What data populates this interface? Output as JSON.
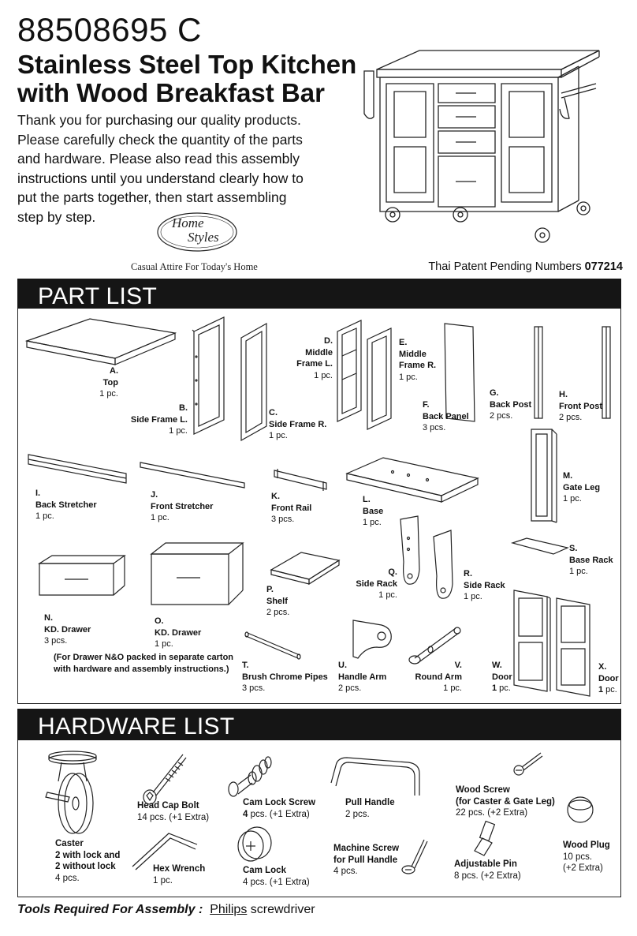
{
  "header": {
    "model": "88508695 C",
    "title_line1": "Stainless Steel Top Kitchen",
    "title_line2": "with Wood Breakfast Bar",
    "intro_lines": [
      "Thank you for purchasing our quality products.",
      "Please carefully check the quantity of the parts",
      "and hardware. Please also read this assembly",
      "instructions until you understand clearly how to",
      "put the parts together, then start assembling",
      "step by step."
    ],
    "logo_line1": "Home",
    "logo_line2": "Styles",
    "tagline": "Casual Attire For Today's Home",
    "patent_label": "Thai Patent Pending Numbers",
    "patent_number": "077214"
  },
  "part_list": {
    "heading": "PART LIST",
    "note_line1": "(For Drawer N&O packed in separate carton",
    "note_line2": "with hardware and assembly instructions.)",
    "parts": [
      {
        "letter": "A.",
        "name": "Top",
        "qty": "1 pc."
      },
      {
        "letter": "B.",
        "name": "Side Frame L.",
        "qty": "1 pc."
      },
      {
        "letter": "C.",
        "name": "Side Frame R.",
        "qty": "1 pc."
      },
      {
        "letter": "D.",
        "name1": "Middle",
        "name2": "Frame L.",
        "qty": "1 pc."
      },
      {
        "letter": "E.",
        "name1": "Middle",
        "name2": "Frame R.",
        "qty": "1 pc."
      },
      {
        "letter": "F.",
        "name": "Back Panel",
        "qty": "3 pcs."
      },
      {
        "letter": "G.",
        "name": "Back Post",
        "qty": "2 pcs."
      },
      {
        "letter": "H.",
        "name": "Front Post",
        "qty": "2 pcs."
      },
      {
        "letter": "I.",
        "name": "Back Stretcher",
        "qty": "1 pc."
      },
      {
        "letter": "J.",
        "name": "Front Stretcher",
        "qty": "1 pc."
      },
      {
        "letter": "K.",
        "name": "Front Rail",
        "qty": "3 pcs."
      },
      {
        "letter": "L.",
        "name": "Base",
        "qty": "1 pc."
      },
      {
        "letter": "M.",
        "name": "Gate Leg",
        "qty": "1 pc."
      },
      {
        "letter": "N.",
        "name": "KD. Drawer",
        "qty": "3 pcs."
      },
      {
        "letter": "O.",
        "name": "KD. Drawer",
        "qty": "1 pc."
      },
      {
        "letter": "P.",
        "name": "Shelf",
        "qty": "2 pcs."
      },
      {
        "letter": "Q.",
        "name": "Side Rack",
        "qty": "1 pc."
      },
      {
        "letter": "R.",
        "name": "Side Rack",
        "qty": "1 pc."
      },
      {
        "letter": "S.",
        "name": "Base Rack",
        "qty": "1 pc."
      },
      {
        "letter": "T.",
        "name": "Brush Chrome Pipes",
        "qty": "3 pcs."
      },
      {
        "letter": "U.",
        "name": "Handle Arm",
        "qty": "2 pcs."
      },
      {
        "letter": "V.",
        "name": "Round Arm",
        "qty": "1 pc."
      },
      {
        "letter": "W.",
        "name": "Door",
        "qty_num": "1",
        "qty_unit": " pc."
      },
      {
        "letter": "X.",
        "name": "Door",
        "qty_num": "1",
        "qty_unit": " pc."
      }
    ]
  },
  "hardware_list": {
    "heading": "HARDWARE LIST",
    "items": [
      {
        "name": "Caster",
        "line2": "2 with lock and",
        "line3": "2 without lock",
        "qty": "4 pcs."
      },
      {
        "name": "Head Cap Bolt",
        "qty": "14 pcs. (+1 Extra)"
      },
      {
        "name": "Hex Wrench",
        "qty": "1 pc."
      },
      {
        "name": "Cam Lock Screw",
        "qty_num": "4",
        "qty_rest": " pcs. (+1 Extra)"
      },
      {
        "name": "Cam Lock",
        "qty": "4 pcs. (+1 Extra)"
      },
      {
        "name": "Pull Handle",
        "qty": "2 pcs."
      },
      {
        "name": "Machine Screw",
        "line2": "for Pull Handle",
        "qty": "4 pcs."
      },
      {
        "name": "Wood Screw",
        "line2": "(for Caster & Gate Leg)",
        "qty": "22 pcs. (+2 Extra)"
      },
      {
        "name": "Adjustable Pin",
        "qty": "8 pcs. (+2 Extra)"
      },
      {
        "name": "Wood Plug",
        "qty": "10  pcs.",
        "qty2": "(+2 Extra)"
      }
    ]
  },
  "footer": {
    "tools_label": "Tools Required  For  Assembly :",
    "tool_brand": "Philips",
    "tool_rest": " screwdriver"
  }
}
